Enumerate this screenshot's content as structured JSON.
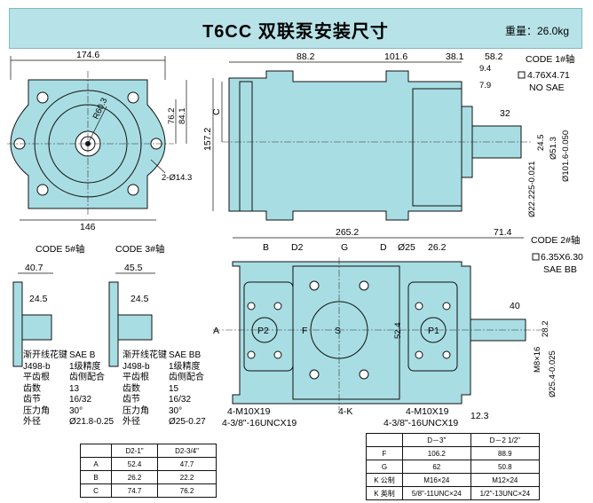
{
  "title": "T6CC 双联泵安装尺寸",
  "weight": "重量：26.0kg",
  "front_view": {
    "d1": "174.6",
    "d2": "76.2",
    "d3": "84.1",
    "d4": "R60.3",
    "d5": "2-Ø14.3",
    "d6": "146"
  },
  "side_view": {
    "d1": "88.2",
    "d2": "101.6",
    "d3": "38.1",
    "d4": "58.2",
    "d5": "9.4",
    "d6": "7.9",
    "d7": "32",
    "d8": "24.5",
    "d9": "Ø51.3",
    "d10": "Ø101.6-0.050",
    "d11": "Ø22.225-0.021",
    "c": "C",
    "h": "157.2",
    "code_label": "CODE 1#轴",
    "code_spec": "4.76X4.71",
    "code_std": "NO SAE"
  },
  "code5": {
    "title": "CODE 5#轴",
    "d1": "40.7",
    "d2": "24.5"
  },
  "code3": {
    "title": "CODE 3#轴",
    "d1": "45.5",
    "d2": "24.5"
  },
  "code5_notes": [
    {
      "k": "渐开线花键",
      "v": "SAE B"
    },
    {
      "k": "J498-b",
      "v": "1级精度"
    },
    {
      "k": "平齿根",
      "v": "齿侧配合"
    },
    {
      "k": "齿数",
      "v": "13"
    },
    {
      "k": "齿节",
      "v": "16/32"
    },
    {
      "k": "压力角",
      "v": "30°"
    },
    {
      "k": "外径",
      "v": "Ø21.8-0.25"
    }
  ],
  "code3_notes": [
    {
      "k": "渐开线花键",
      "v": "SAE BB"
    },
    {
      "k": "J498-b",
      "v": "1级精度"
    },
    {
      "k": "平齿根",
      "v": "齿侧配合"
    },
    {
      "k": "齿数",
      "v": "15"
    },
    {
      "k": "齿节",
      "v": "16/32"
    },
    {
      "k": "压力角",
      "v": "30°"
    },
    {
      "k": "外径",
      "v": "Ø25-0.27"
    }
  ],
  "bottom_view": {
    "d1": "265.2",
    "d2": "71.4",
    "b": "B",
    "d2l": "D2",
    "g": "G",
    "d": "D",
    "d25": "Ø25",
    "d262": "26.2",
    "a": "A",
    "f": "F",
    "s": "S",
    "p2": "P2",
    "p1": "P1",
    "d524": "52.4",
    "d40": "40",
    "d282": "28.2",
    "m8": "M8×16",
    "d254": "Ø25.4-0.025",
    "d123": "12.3",
    "n1": "4-M10X19",
    "n2": "4-3/8\"-16UNCX19",
    "n3": "4-K",
    "n4": "4-M10X19",
    "n5": "4-3/8\"-16UNCX19",
    "code_label": "CODE 2#轴",
    "code_spec": "6.35X6.30",
    "code_std": "SAE BB"
  },
  "table_left": {
    "header": [
      "",
      "D2-1\"",
      "D2-3/4\""
    ],
    "rows": [
      [
        "A",
        "52.4",
        "47.7"
      ],
      [
        "B",
        "26.2",
        "22.2"
      ],
      [
        "C",
        "74.7",
        "76.2"
      ]
    ]
  },
  "table_right": {
    "header": [
      "",
      "D－3\"",
      "D－2 1/2\""
    ],
    "rows": [
      [
        "F",
        "106.2",
        "88.9"
      ],
      [
        "G",
        "62",
        "50.8"
      ],
      [
        "K  公制",
        "M16×24",
        "M12×24"
      ],
      [
        "K  英制",
        "5/8\"-11UNC×24",
        "1/2\"-13UNC×24"
      ]
    ]
  },
  "colors": {
    "part": "#a8dde3",
    "titlebar": "#b7e3e8"
  }
}
